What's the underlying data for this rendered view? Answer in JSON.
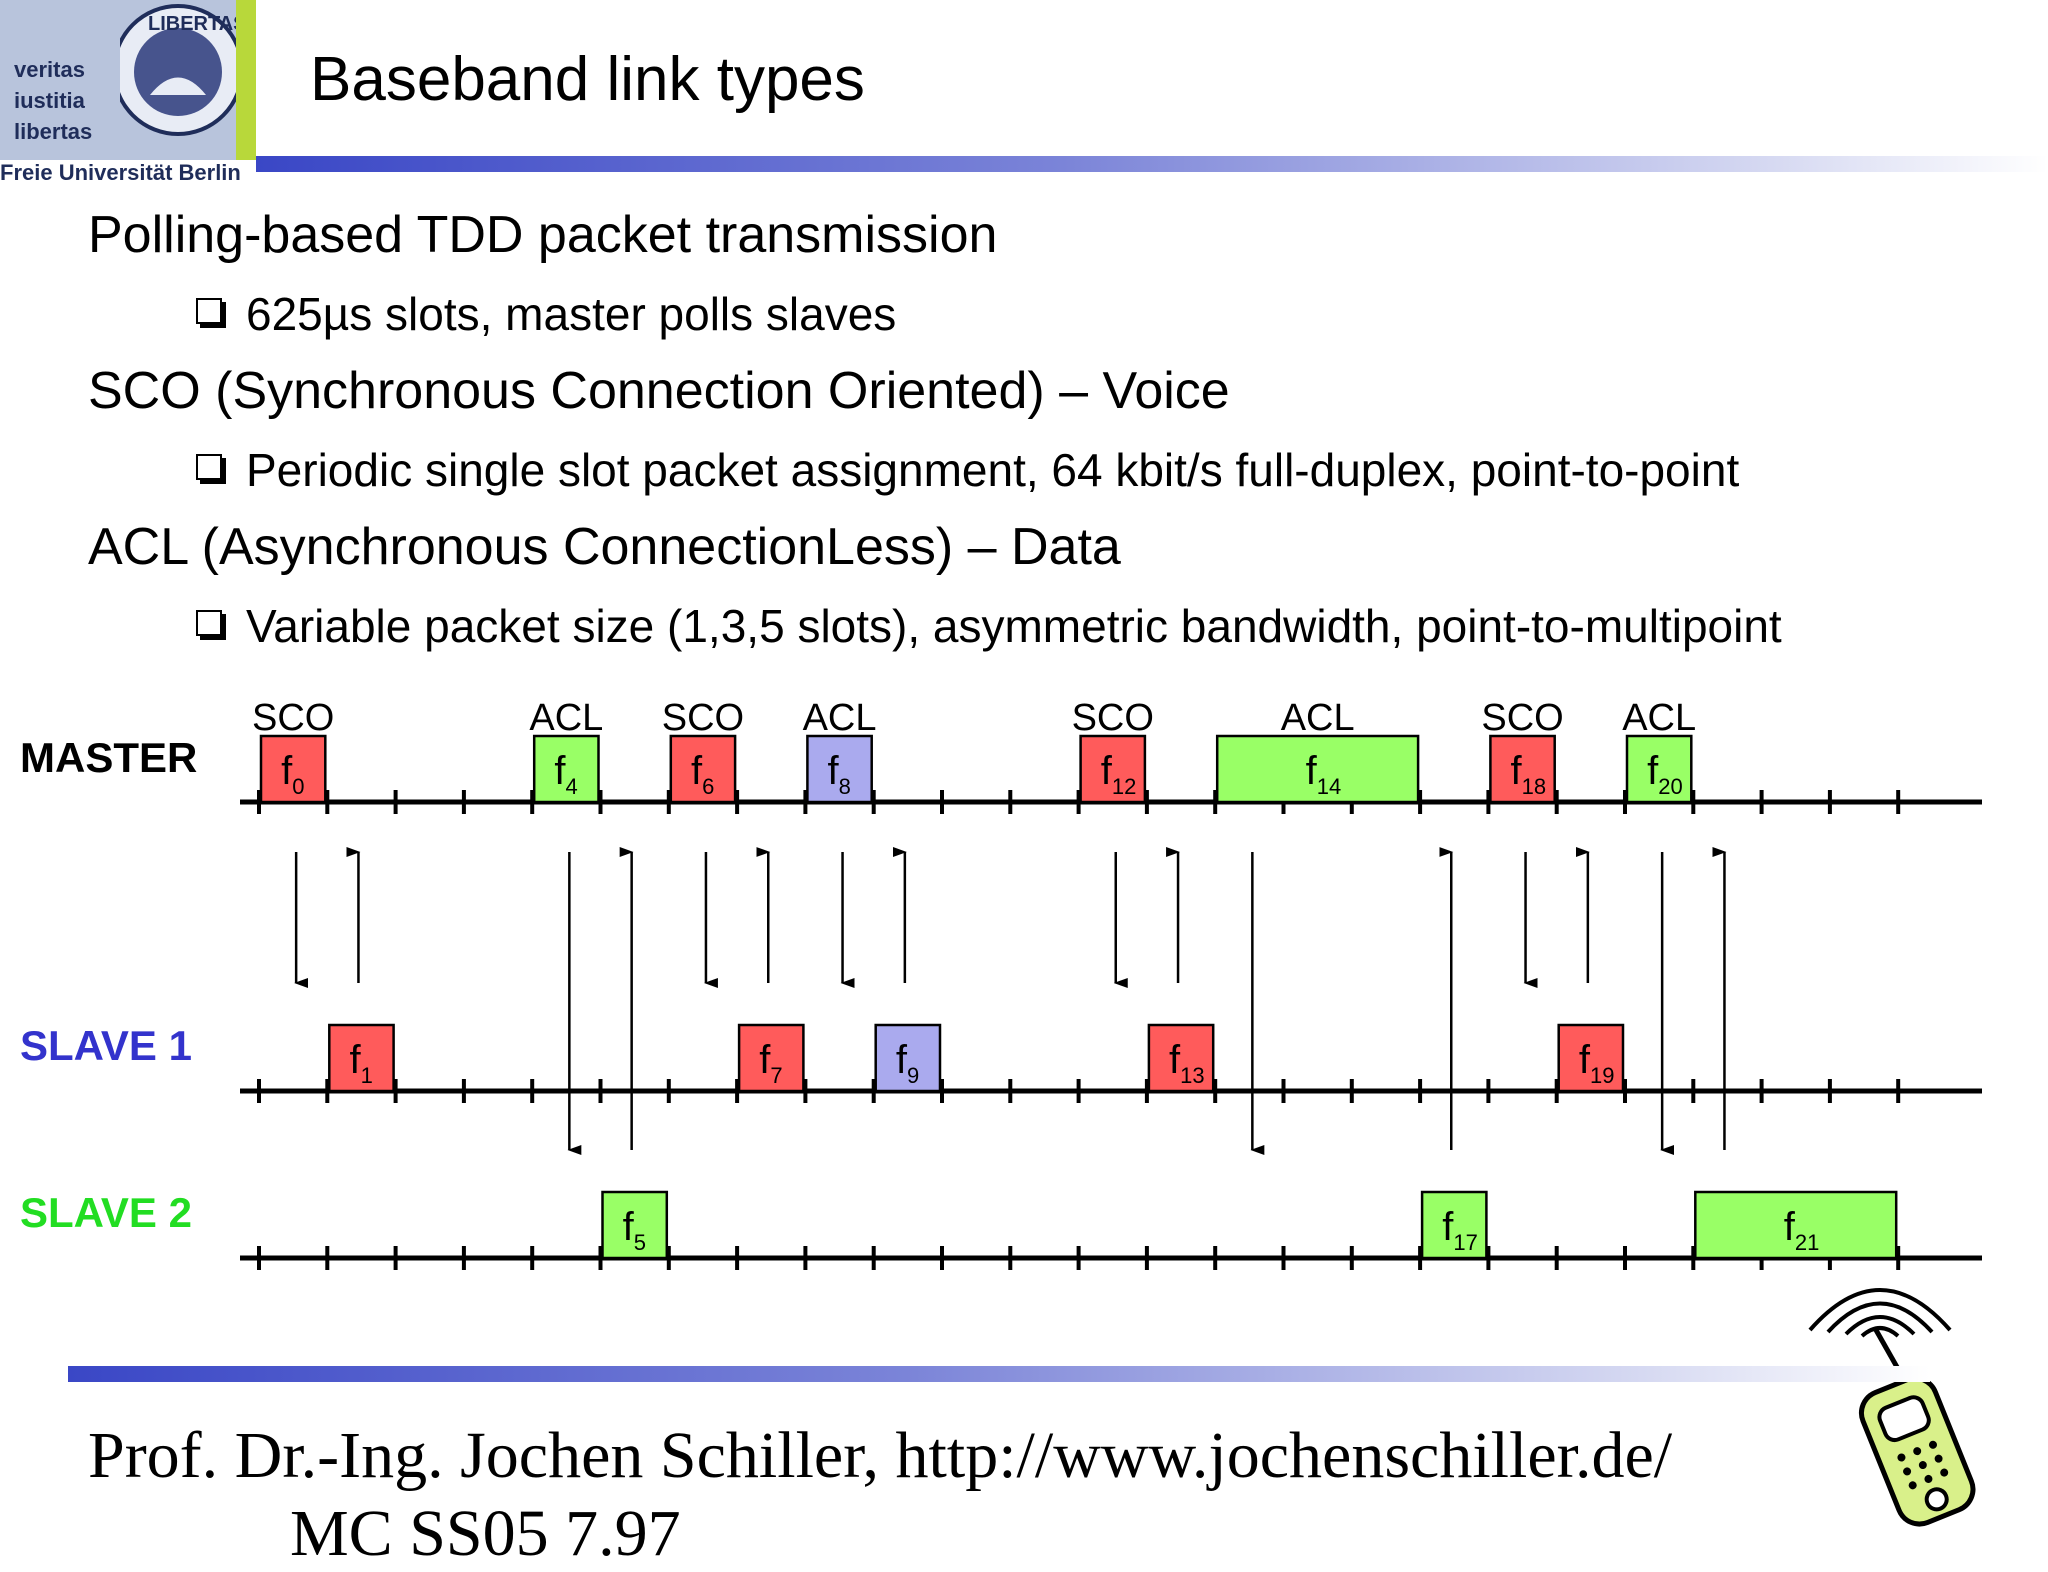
{
  "logo": {
    "motto": [
      "veritas",
      "iustitia",
      "libertas"
    ],
    "seal_text": "LIBERTAS",
    "university": "Freie Universität Berlin"
  },
  "title": "Baseband link types",
  "bullets": [
    {
      "level": 1,
      "text": "Polling-based TDD packet transmission"
    },
    {
      "level": 2,
      "text": "625µs slots, master polls slaves"
    },
    {
      "level": 1,
      "text": "SCO (Synchronous Connection Oriented) – Voice"
    },
    {
      "level": 2,
      "text": "Periodic single slot packet assignment, 64 kbit/s full-duplex, point-to-point"
    },
    {
      "level": 1,
      "text": "ACL (Asynchronous ConnectionLess) – Data"
    },
    {
      "level": 2,
      "text": "Variable packet size (1,3,5 slots), asymmetric bandwidth, point-to-multipoint"
    }
  ],
  "diagram": {
    "rows": [
      {
        "id": "master",
        "label": "MASTER",
        "color": "#000000"
      },
      {
        "id": "slave1",
        "label": "SLAVE 1",
        "color": "#3333cc"
      },
      {
        "id": "slave2",
        "label": "SLAVE 2",
        "color": "#22dd22"
      }
    ],
    "colors": {
      "SCO": "#ff5b5b",
      "ACL_master_slave2": "#99ff66",
      "ACL_slave1": "#aaaaee"
    },
    "packets": [
      {
        "row": "master",
        "slot": 0,
        "len": 1,
        "f": "0",
        "kind": "SCO",
        "label": "SCO"
      },
      {
        "row": "slave1",
        "slot": 1,
        "len": 1,
        "f": "1",
        "kind": "SCO"
      },
      {
        "row": "master",
        "slot": 4,
        "len": 1,
        "f": "4",
        "kind": "ACL_master_slave2",
        "label": "ACL"
      },
      {
        "row": "slave2",
        "slot": 5,
        "len": 1,
        "f": "5",
        "kind": "ACL_master_slave2"
      },
      {
        "row": "master",
        "slot": 6,
        "len": 1,
        "f": "6",
        "kind": "SCO",
        "label": "SCO"
      },
      {
        "row": "slave1",
        "slot": 7,
        "len": 1,
        "f": "7",
        "kind": "SCO"
      },
      {
        "row": "master",
        "slot": 8,
        "len": 1,
        "f": "8",
        "kind": "ACL_slave1",
        "label": "ACL"
      },
      {
        "row": "slave1",
        "slot": 9,
        "len": 1,
        "f": "9",
        "kind": "ACL_slave1"
      },
      {
        "row": "master",
        "slot": 12,
        "len": 1,
        "f": "12",
        "kind": "SCO",
        "label": "SCO"
      },
      {
        "row": "slave1",
        "slot": 13,
        "len": 1,
        "f": "13",
        "kind": "SCO"
      },
      {
        "row": "master",
        "slot": 14,
        "len": 3,
        "f": "14",
        "kind": "ACL_master_slave2",
        "label": "ACL"
      },
      {
        "row": "slave2",
        "slot": 17,
        "len": 1,
        "f": "17",
        "kind": "ACL_master_slave2"
      },
      {
        "row": "master",
        "slot": 18,
        "len": 1,
        "f": "18",
        "kind": "SCO",
        "label": "SCO"
      },
      {
        "row": "slave1",
        "slot": 19,
        "len": 1,
        "f": "19",
        "kind": "SCO"
      },
      {
        "row": "master",
        "slot": 20,
        "len": 1,
        "f": "20",
        "kind": "ACL_master_slave2",
        "label": "ACL"
      },
      {
        "row": "slave2",
        "slot": 21,
        "len": 3,
        "f": "21",
        "kind": "ACL_master_slave2"
      }
    ],
    "arrows": [
      {
        "slot": 0,
        "dir": "down",
        "to": "slave1"
      },
      {
        "slot": 1,
        "dir": "up",
        "from": "slave1"
      },
      {
        "slot": 4,
        "dir": "down",
        "to": "slave2"
      },
      {
        "slot": 5,
        "dir": "up",
        "from": "slave2"
      },
      {
        "slot": 6,
        "dir": "down",
        "to": "slave1"
      },
      {
        "slot": 7,
        "dir": "up",
        "from": "slave1"
      },
      {
        "slot": 8,
        "dir": "down",
        "to": "slave1"
      },
      {
        "slot": 9,
        "dir": "up",
        "from": "slave1"
      },
      {
        "slot": 12,
        "dir": "down",
        "to": "slave1"
      },
      {
        "slot": 13,
        "dir": "up",
        "from": "slave1"
      },
      {
        "slot": 14,
        "dir": "down",
        "to": "slave2"
      },
      {
        "slot": 17,
        "dir": "up",
        "from": "slave2"
      },
      {
        "slot": 18,
        "dir": "down",
        "to": "slave1"
      },
      {
        "slot": 19,
        "dir": "up",
        "from": "slave1"
      },
      {
        "slot": 20,
        "dir": "down",
        "to": "slave2"
      },
      {
        "slot": 21,
        "dir": "up",
        "from": "slave2"
      }
    ]
  },
  "footer": {
    "line1": "Prof. Dr.-Ing. Jochen Schiller, http://www.jochenschiller.de/",
    "line2": "MC SS05        7.97"
  },
  "icons": [
    "phone-clipart-icon",
    "seal-icon"
  ]
}
